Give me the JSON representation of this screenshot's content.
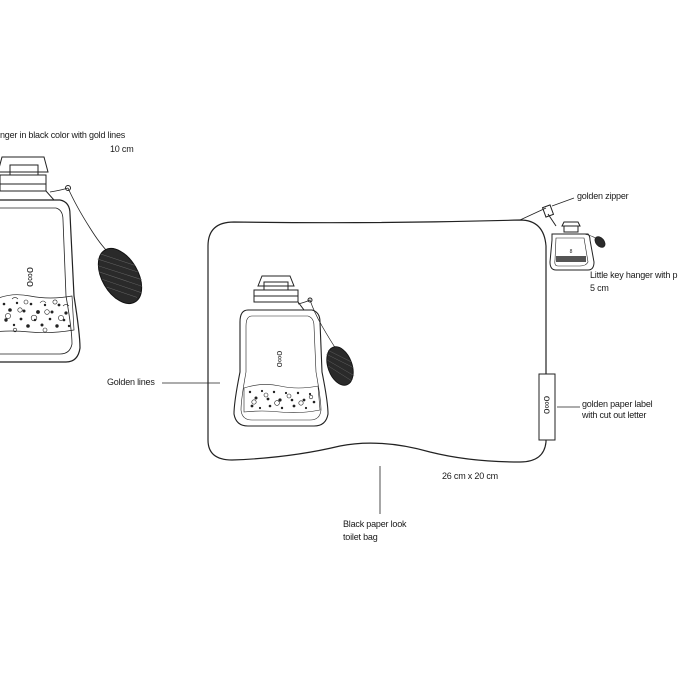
{
  "labels": {
    "hanger_title": "nger in black color with gold lines",
    "hanger_size": "10 cm",
    "golden_zipper": "golden zipper",
    "key_hanger_title": "Little key hanger with p",
    "key_hanger_size": "5  cm",
    "golden_lines": "Golden lines",
    "paper_label_line1": "golden paper label",
    "paper_label_line2": "with cut out letter",
    "bag_dimensions": "26 cm x 20 cm",
    "bag_line1": "Black paper look",
    "bag_line2": "toilet bag"
  },
  "logo_mark": "o∞o"
}
